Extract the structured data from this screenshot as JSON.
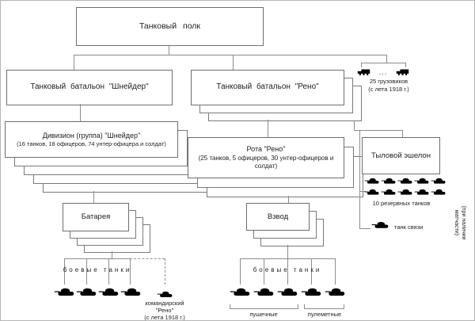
{
  "nodes": {
    "regiment": "Танковый полк",
    "schneider_battalion": "Танковый батальон \"Шнейдер\"",
    "renault_battalion": "Танковый батальон \"Рено\"",
    "schneider_group": {
      "title": "Дивизион (группа) \"Шнейдер\"",
      "subtitle": "(16 танков, 18 офицеров, 74 унтер-офицера и солдат)"
    },
    "renault_company": {
      "title": "Рота \"Рено\"",
      "subtitle": "(25 танков, 5 офицеров, 30 унтер-офицеров и солдат)"
    },
    "battery": "Батарея",
    "platoon": "Взвод",
    "rear_echelon": "Тыловой эшелон"
  },
  "trucks": {
    "icon_count": 2,
    "dots": "...",
    "label_line1": "25 грузовиков",
    "label_line2": "(с лета 1918 г.)"
  },
  "battery_section": {
    "combat_tanks_label": "боевые танки",
    "combat_tank_count": 4,
    "command_tank_line1": "командирский",
    "command_tank_line2": "\"Рено\"",
    "command_tank_line3": "(с лета 1918 г.)"
  },
  "platoon_section": {
    "combat_tanks_label": "боевые танки",
    "combat_tank_count": 5,
    "cannon_tanks_label": "пушечные",
    "mg_tanks_label": "пулеметные"
  },
  "rear_section": {
    "reserve_tanks_per_row": 5,
    "reserve_rows": 2,
    "reserve_label": "10 резервных танков",
    "signal_tank_label": "танк связи",
    "availability_note_line1": "(при наличии",
    "availability_note_line2": "матчасти)"
  },
  "colors": {
    "line": "#8c8c8c",
    "box_border": "#6e6e6e",
    "text": "#1e1e1e",
    "icon": "#000000"
  }
}
